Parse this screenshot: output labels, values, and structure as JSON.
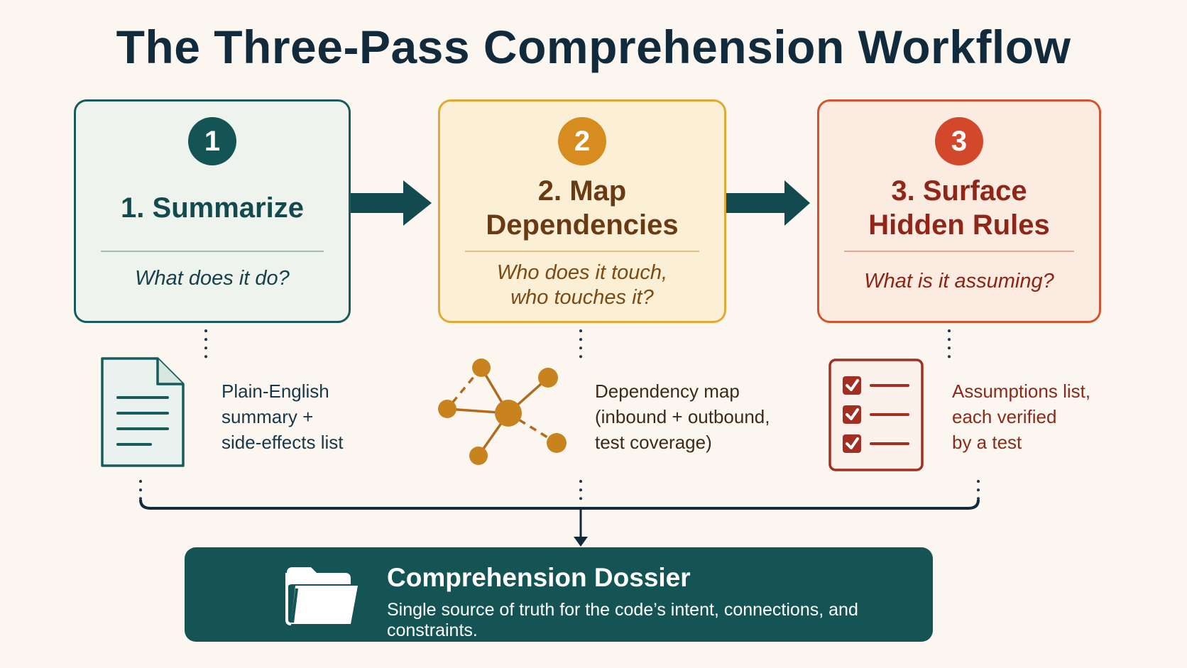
{
  "title": "The Three-Pass Comprehension Workflow",
  "steps": [
    {
      "number": "1",
      "heading_lines": [
        "1. Summarize"
      ],
      "question_lines": [
        "What does it do?"
      ],
      "output_lines": [
        "Plain-English",
        "summary +",
        "side-effects list"
      ],
      "icon": "document-icon",
      "color": "#145454"
    },
    {
      "number": "2",
      "heading_lines": [
        "2. Map",
        "Dependencies"
      ],
      "question_lines": [
        "Who does it touch,",
        "who touches it?"
      ],
      "output_lines": [
        "Dependency map",
        "(inbound + outbound,",
        "test coverage)"
      ],
      "icon": "network-graph-icon",
      "color": "#d68c1e"
    },
    {
      "number": "3",
      "heading_lines": [
        "3. Surface",
        "Hidden Rules"
      ],
      "question_lines": [
        "What is it assuming?"
      ],
      "output_lines": [
        "Assumptions list,",
        "each verified",
        "by a test"
      ],
      "icon": "checklist-icon",
      "color": "#d2482a"
    }
  ],
  "dossier": {
    "title": "Comprehension Dossier",
    "description": "Single source of truth for the code’s intent, connections, and constraints.",
    "icon": "folder-icon",
    "color": "#145454"
  }
}
